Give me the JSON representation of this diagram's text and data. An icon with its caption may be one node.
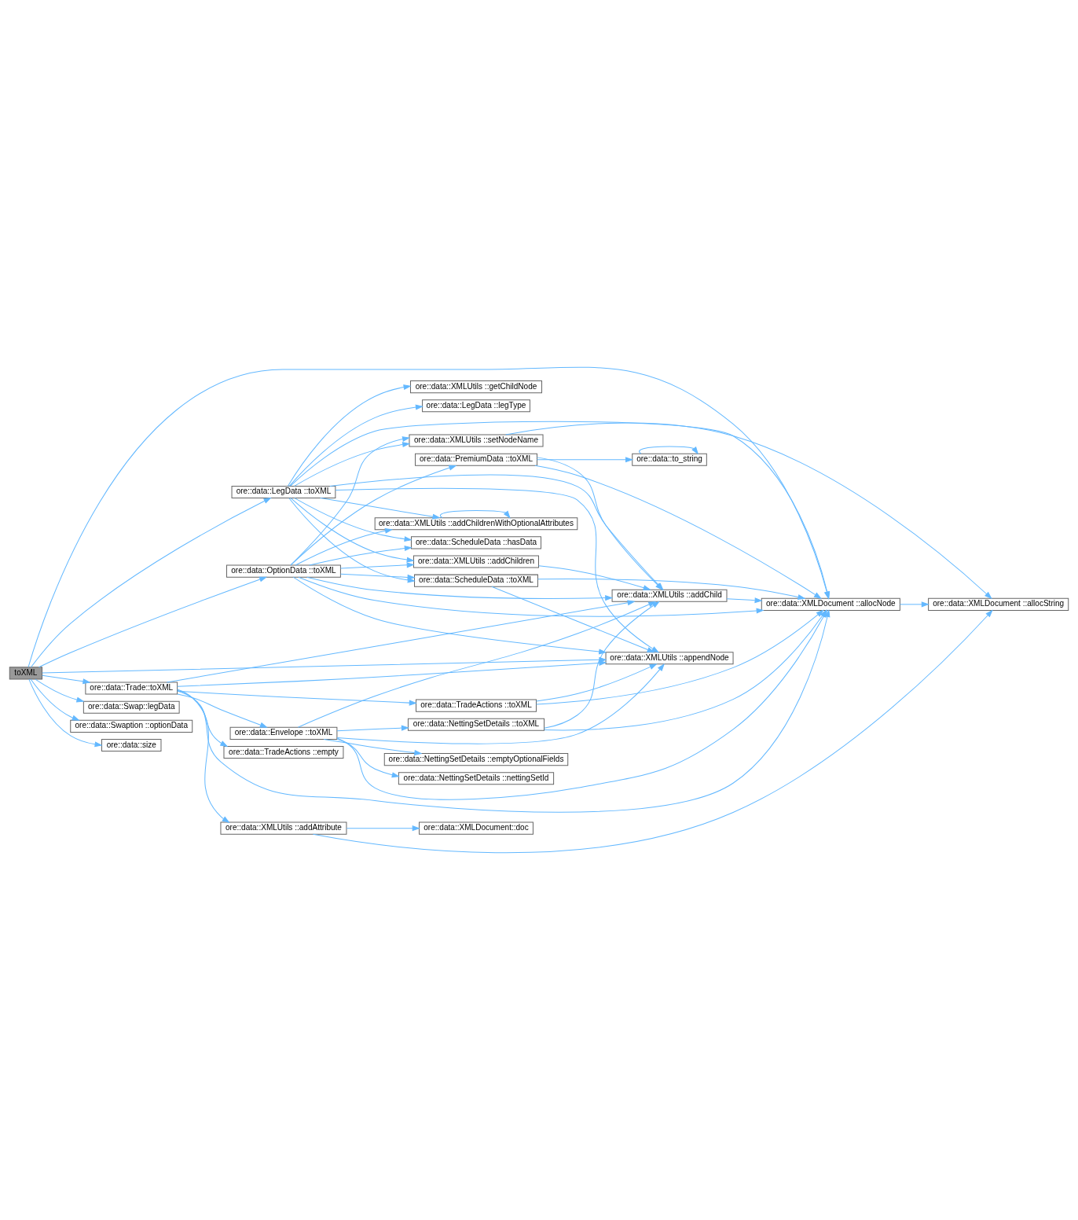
{
  "diagram": {
    "nodes": [
      {
        "text": [
          "toXML"
        ]
      },
      {
        "text": [
          "ore::data::LegData ::toXML"
        ]
      },
      {
        "text": [
          "ore::data::Swap::legData"
        ]
      },
      {
        "text": [
          "ore::data::Swaption ::optionData"
        ]
      },
      {
        "text": [
          "ore::data::size"
        ]
      },
      {
        "text": [
          "ore::data::OptionData ::toXML"
        ]
      },
      {
        "text": [
          "ore::data::Trade::toXML"
        ]
      },
      {
        "text": [
          "ore::data::XMLUtils ::getChildNode"
        ]
      },
      {
        "text": [
          "ore::data::LegData ::legType"
        ]
      },
      {
        "text": [
          "ore::data::XMLUtils ::setNodeName"
        ]
      },
      {
        "text": [
          "ore::data::ScheduleData ::toXML"
        ]
      },
      {
        "text": [
          "ore::data::XMLUtils ::addChildrenWithOptionalAttributes"
        ]
      },
      {
        "text": [
          "ore::data::ScheduleData ::hasData"
        ]
      },
      {
        "text": [
          "ore::data::XMLUtils ::appendNode"
        ]
      },
      {
        "text": [
          "ore::data::TradeActions ::toXML"
        ]
      },
      {
        "text": [
          "ore::data::PremiumData ::toXML"
        ]
      },
      {
        "text": [
          "ore::data::to_string"
        ]
      },
      {
        "text": [
          "ore::data::XMLUtils ::addChildren"
        ]
      },
      {
        "text": [
          "ore::data::XMLUtils ::addChild"
        ]
      },
      {
        "text": [
          "ore::data::TradeActions ::empty"
        ]
      },
      {
        "text": [
          "ore::data::Envelope ::toXML"
        ]
      },
      {
        "text": [
          "ore::data::NettingSetDetails ::toXML"
        ]
      },
      {
        "text": [
          "ore::data::NettingSetDetails ::emptyOptionalFields"
        ]
      },
      {
        "text": [
          "ore::data::NettingSetDetails ::nettingSetId"
        ]
      },
      {
        "text": [
          "ore::data::XMLUtils ::addAttribute"
        ]
      },
      {
        "text": [
          "ore::data::XMLDocument::doc"
        ]
      },
      {
        "text": [
          "ore::data::XMLDocument ::allocNode"
        ]
      },
      {
        "text": [
          "ore::data::XMLDocument ::allocString"
        ]
      }
    ],
    "edges": [
      {
        "from": 0,
        "to": 26,
        "arrow": "to"
      },
      {
        "from": 0,
        "to": 1,
        "arrow": "to"
      },
      {
        "from": 0,
        "to": 2,
        "arrow": "to"
      },
      {
        "from": 0,
        "to": 3,
        "arrow": "to"
      },
      {
        "from": 0,
        "to": 4,
        "arrow": "to"
      },
      {
        "from": 0,
        "to": 13,
        "arrow": "to"
      },
      {
        "from": 0,
        "to": 5,
        "arrow": "to"
      },
      {
        "from": 0,
        "to": 6,
        "arrow": "to"
      },
      {
        "from": 1,
        "to": 7,
        "arrow": "to"
      },
      {
        "from": 1,
        "to": 8,
        "arrow": "to"
      },
      {
        "from": 1,
        "to": 26,
        "arrow": "to"
      },
      {
        "from": 1,
        "to": 9,
        "arrow": "to"
      },
      {
        "from": 1,
        "to": 10,
        "arrow": "to"
      },
      {
        "from": 1,
        "to": 13,
        "arrow": "to"
      },
      {
        "from": 1,
        "to": 11,
        "arrow": "to"
      },
      {
        "from": 1,
        "to": 12,
        "arrow": "to"
      },
      {
        "from": 1,
        "to": 17,
        "arrow": "to"
      },
      {
        "from": 1,
        "to": 18,
        "arrow": "to"
      },
      {
        "from": 5,
        "to": 9,
        "arrow": "to"
      },
      {
        "from": 5,
        "to": 10,
        "arrow": "to"
      },
      {
        "from": 5,
        "to": 11,
        "arrow": "to"
      },
      {
        "from": 5,
        "to": 12,
        "arrow": "to"
      },
      {
        "from": 5,
        "to": 13,
        "arrow": "to"
      },
      {
        "from": 5,
        "to": 26,
        "arrow": "to"
      },
      {
        "from": 5,
        "to": 15,
        "arrow": "to"
      },
      {
        "from": 5,
        "to": 17,
        "arrow": "to"
      },
      {
        "from": 5,
        "to": 18,
        "arrow": "to"
      },
      {
        "from": 6,
        "to": 13,
        "arrow": "to"
      },
      {
        "from": 6,
        "to": 14,
        "arrow": "to"
      },
      {
        "from": 6,
        "to": 19,
        "arrow": "to"
      },
      {
        "from": 6,
        "to": 18,
        "arrow": "to"
      },
      {
        "from": 6,
        "to": 20,
        "arrow": "to"
      },
      {
        "from": 6,
        "to": 26,
        "arrow": "to"
      },
      {
        "from": 6,
        "to": 24,
        "arrow": "to"
      },
      {
        "from": 9,
        "to": 27,
        "arrow": "to"
      },
      {
        "from": 10,
        "to": 13,
        "arrow": "to"
      },
      {
        "from": 10,
        "to": 26,
        "arrow": "to"
      },
      {
        "from": 11,
        "to": 11,
        "arrow": "to"
      },
      {
        "from": 14,
        "to": 13,
        "arrow": "to"
      },
      {
        "from": 14,
        "to": 26,
        "arrow": "to"
      },
      {
        "from": 15,
        "to": 16,
        "arrow": "to"
      },
      {
        "from": 15,
        "to": 26,
        "arrow": "to"
      },
      {
        "from": 15,
        "to": 18,
        "arrow": "to"
      },
      {
        "from": 16,
        "to": 16,
        "arrow": "to"
      },
      {
        "from": 17,
        "to": 18,
        "arrow": "to"
      },
      {
        "from": 18,
        "to": 26,
        "arrow": "to"
      },
      {
        "from": 20,
        "to": 13,
        "arrow": "to"
      },
      {
        "from": 20,
        "to": 18,
        "arrow": "to"
      },
      {
        "from": 20,
        "to": 21,
        "arrow": "to"
      },
      {
        "from": 20,
        "to": 22,
        "arrow": "to"
      },
      {
        "from": 20,
        "to": 23,
        "arrow": "to"
      },
      {
        "from": 20,
        "to": 26,
        "arrow": "to"
      },
      {
        "from": 21,
        "to": 18,
        "arrow": "to"
      },
      {
        "from": 21,
        "to": 26,
        "arrow": "to"
      },
      {
        "from": 24,
        "to": 25,
        "arrow": "to"
      },
      {
        "from": 24,
        "to": 27,
        "arrow": "to"
      },
      {
        "from": 26,
        "to": 27,
        "arrow": "to"
      }
    ]
  }
}
